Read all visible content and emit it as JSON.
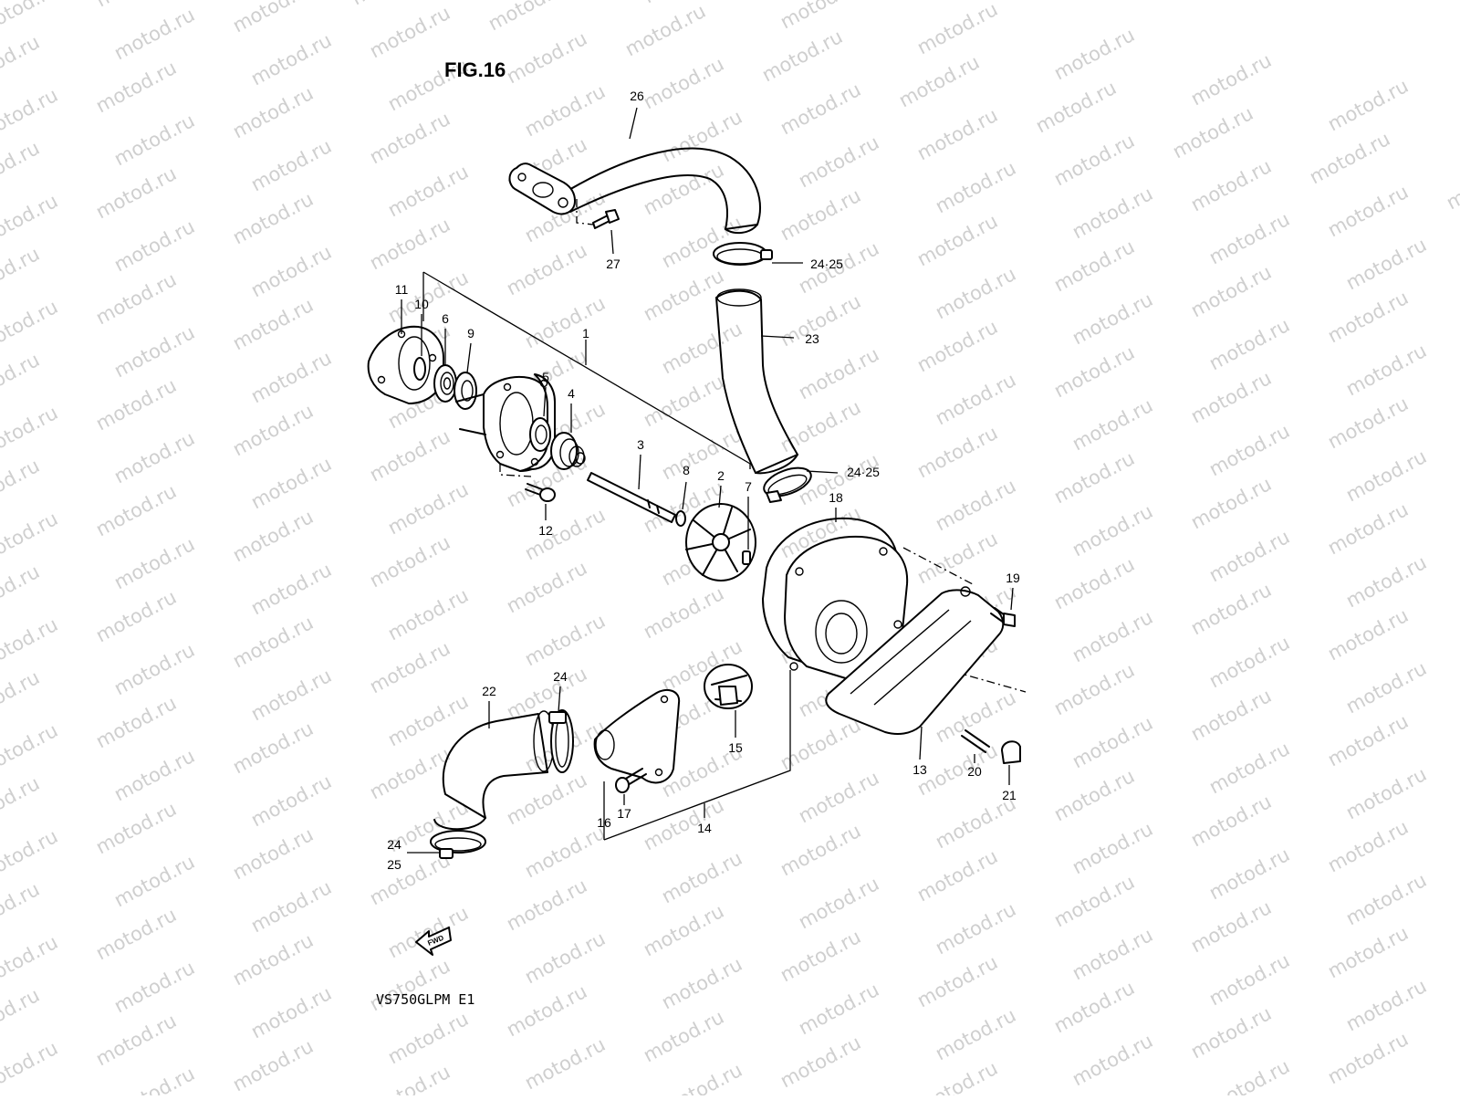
{
  "figure_title": "FIG.16",
  "model_code": "VS750GLPM  E1",
  "watermark_text": "motod.ru",
  "fwd_label": "FWD",
  "callouts": {
    "c1": "1",
    "c2": "2",
    "c3": "3",
    "c4": "4",
    "c5": "5",
    "c6": "6",
    "c7": "7",
    "c8": "8",
    "c9": "9",
    "c10": "10",
    "c11": "11",
    "c12": "12",
    "c13": "13",
    "c14": "14",
    "c15": "15",
    "c16": "16",
    "c17": "17",
    "c18": "18",
    "c19": "19",
    "c20": "20",
    "c21": "21",
    "c22": "22",
    "c23": "23",
    "c24a": "24·25",
    "c24b": "24·25",
    "c24c": "24",
    "c24d": "24",
    "c25d": "25",
    "c26": "26",
    "c27": "27"
  },
  "colors": {
    "line": "#000000",
    "watermark": "#cfcfcf",
    "background": "#ffffff"
  }
}
